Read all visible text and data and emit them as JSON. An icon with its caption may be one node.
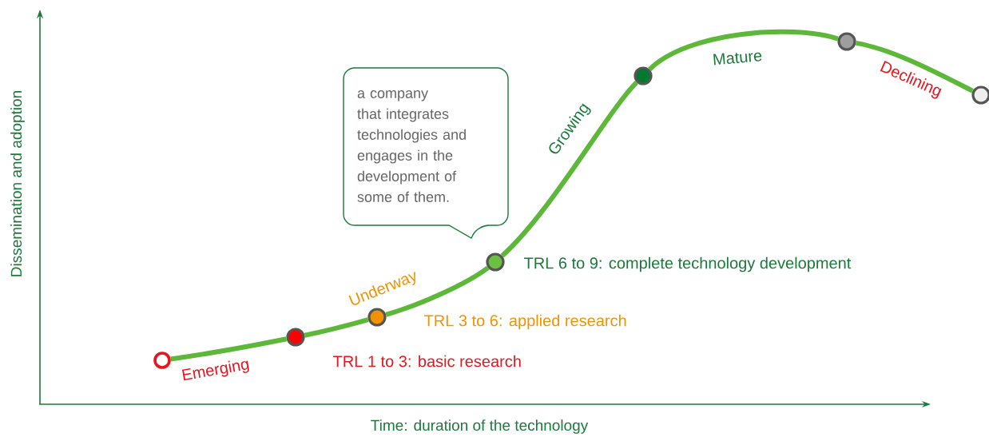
{
  "diagram": {
    "nodes": [
      {
        "text": [],
        "shape": "circle"
      },
      {
        "text": [],
        "shape": "circle",
        "beside": [
          "TRL 1 to 3: basic research"
        ]
      },
      {
        "text": [],
        "shape": "circle",
        "beside": [
          "TRL 3 to 6: applied research"
        ]
      },
      {
        "text": [],
        "shape": "circle",
        "beside": [
          "TRL 6 to 9: complete technology development"
        ]
      },
      {
        "text": [],
        "shape": "circle"
      },
      {
        "text": [],
        "shape": "circle"
      },
      {
        "text": [],
        "shape": "circle"
      },
      {
        "text": [
          "a company that integrates technologies and engages in the development of some of them."
        ]
      }
    ],
    "edges": [
      {
        "from": 0,
        "to": 1,
        "arrow": "none",
        "label": "Emerging"
      },
      {
        "from": 1,
        "to": 2,
        "arrow": "none"
      },
      {
        "from": 2,
        "to": 3,
        "arrow": "none",
        "label": "Underway"
      },
      {
        "from": 3,
        "to": 4,
        "arrow": "none",
        "label": "Growing"
      },
      {
        "from": 4,
        "to": 5,
        "arrow": "none",
        "label": "Mature"
      },
      {
        "from": 5,
        "to": 6,
        "arrow": "none",
        "label": "Declining"
      }
    ],
    "labels": [
      "Dissemination and adoption",
      "Time: duration of the technology"
    ]
  }
}
